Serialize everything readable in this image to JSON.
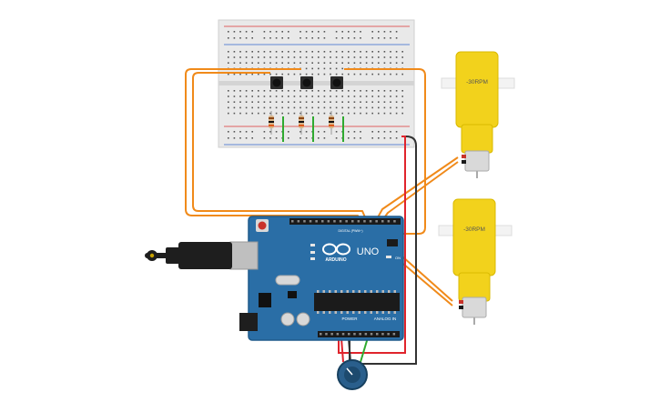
{
  "colors": {
    "breadboard": "#e6e6e6",
    "rail_red": "#d33",
    "rail_blue": "#3366cc",
    "arduino_blue": "#2a6ea6",
    "arduino_dark": "#1f5a8b",
    "motor_yellow": "#f2d21c",
    "motor_yellow_dark": "#d9b900",
    "wire_orange": "#f08a1a",
    "wire_red": "#e0242c",
    "wire_black": "#333333",
    "wire_green": "#2faa2f",
    "usb_black": "#1e1e1e",
    "pot_blue": "#2a5f8c"
  },
  "arduino": {
    "brand": "ARDUINO",
    "model": "UNO",
    "power_label": "POWER",
    "analog_label": "ANALOG IN",
    "digital_label": "DIGITAL (PWM~)",
    "on_label": "ON"
  },
  "motors": [
    {
      "rpm_label": "-30RPM"
    },
    {
      "rpm_label": "-30RPM"
    }
  ]
}
